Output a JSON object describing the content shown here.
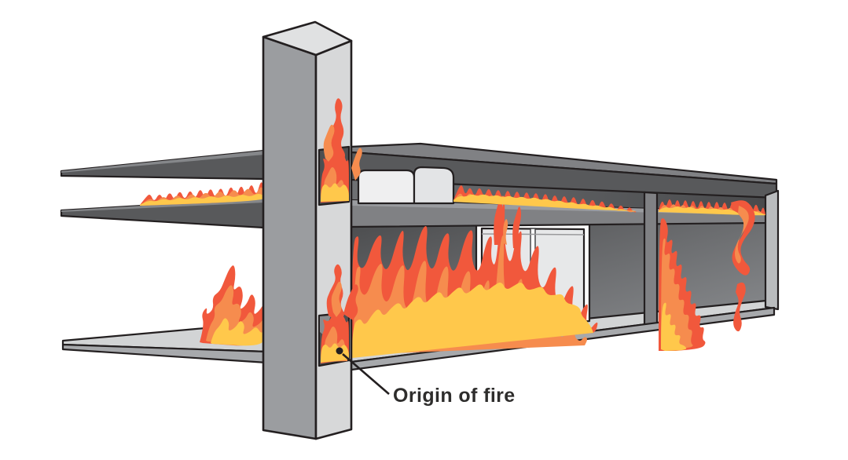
{
  "figure": {
    "type": "illustration",
    "description": "Cutaway diagram of a two-storey building with a vertical shaft; fire spreads from its origin point through the shaft and along both floors",
    "annotation": {
      "label": "Origin of fire"
    },
    "colors": {
      "background": "#FFFFFF",
      "flame_red": "#F1583C",
      "flame_orange": "#F68C4E",
      "flame_yellow": "#FFC84B",
      "slab_dark": "#58595B",
      "slab_top": "#808184",
      "wall_dark": "#4C4D4F",
      "wall_light": "#8E9093",
      "floor_light": "#D2D4D5",
      "fascia_gray": "#A7A9AC",
      "shaft_left": "#9B9DA0",
      "shaft_right": "#D7D8D9",
      "shaft_top": "#E0E1E2",
      "opening_dark": "#4E4F51",
      "end_cap": "#BABCBE",
      "outline": "#231F20",
      "label_text": "#2E2D2C"
    }
  }
}
